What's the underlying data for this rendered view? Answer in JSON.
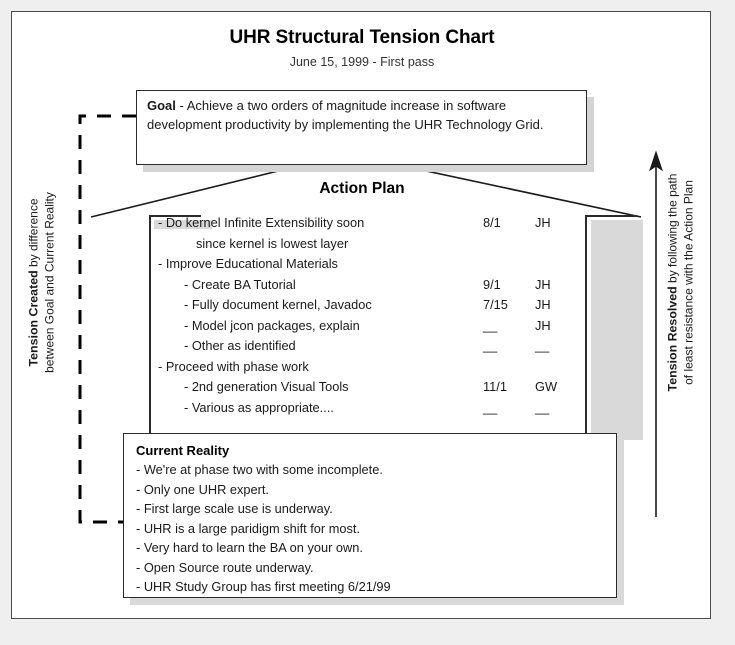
{
  "header": {
    "title": "UHR Structural Tension Chart",
    "subtitle": "June 15, 1999 - First pass"
  },
  "goal": {
    "label": "Goal",
    "separator": " - ",
    "text": "Achieve a two orders of magnitude increase in software development productivity by implementing the UHR Technology Grid."
  },
  "action_plan": {
    "title": "Action Plan",
    "items": [
      {
        "indent": 1,
        "label": "- Do kernel Infinite Extensibility soon",
        "date": "8/1",
        "owner": "JH"
      },
      {
        "indent": 3,
        "label": "since kernel is lowest layer",
        "date": "",
        "owner": ""
      },
      {
        "indent": 1,
        "label": "- Improve Educational Materials",
        "date": "",
        "owner": ""
      },
      {
        "indent": 2,
        "label": "- Create BA Tutorial",
        "date": "9/1",
        "owner": "JH"
      },
      {
        "indent": 2,
        "label": "- Fully document kernel, Javadoc",
        "date": "7/15",
        "owner": "JH"
      },
      {
        "indent": 2,
        "label": "- Model jcon packages, explain",
        "date": "__",
        "owner": "JH"
      },
      {
        "indent": 2,
        "label": "- Other as identified",
        "date": "__",
        "owner": "__"
      },
      {
        "indent": 1,
        "label": "- Proceed with phase work",
        "date": "",
        "owner": ""
      },
      {
        "indent": 2,
        "label": "- 2nd generation Visual Tools",
        "date": "11/1",
        "owner": "GW"
      },
      {
        "indent": 2,
        "label": "- Various as appropriate....",
        "date": "__",
        "owner": "__"
      }
    ]
  },
  "current_reality": {
    "title": "Current Reality",
    "items": [
      "- We're at phase two with some incomplete.",
      "- Only one UHR expert.",
      "- First large scale use is underway.",
      "- UHR is a large paridigm shift for most.",
      "- Very hard to learn the BA on your own.",
      "- Open Source route underway.",
      "- UHR Study Group has first meeting 6/21/99"
    ]
  },
  "side_labels": {
    "left": {
      "bold": "Tension Created",
      "rest": " by difference",
      "line2": "between Goal and Current Reality"
    },
    "right": {
      "bold": "Tension Resolved",
      "rest": " by following the path",
      "line2": "of least resistance with the Action Plan"
    }
  },
  "colors": {
    "frame_border": "#4a4a4a",
    "box_border": "#2b2b2b",
    "shadow": "#d9d9d9",
    "page_bg": "#efefef",
    "text": "#1a1a1a"
  }
}
